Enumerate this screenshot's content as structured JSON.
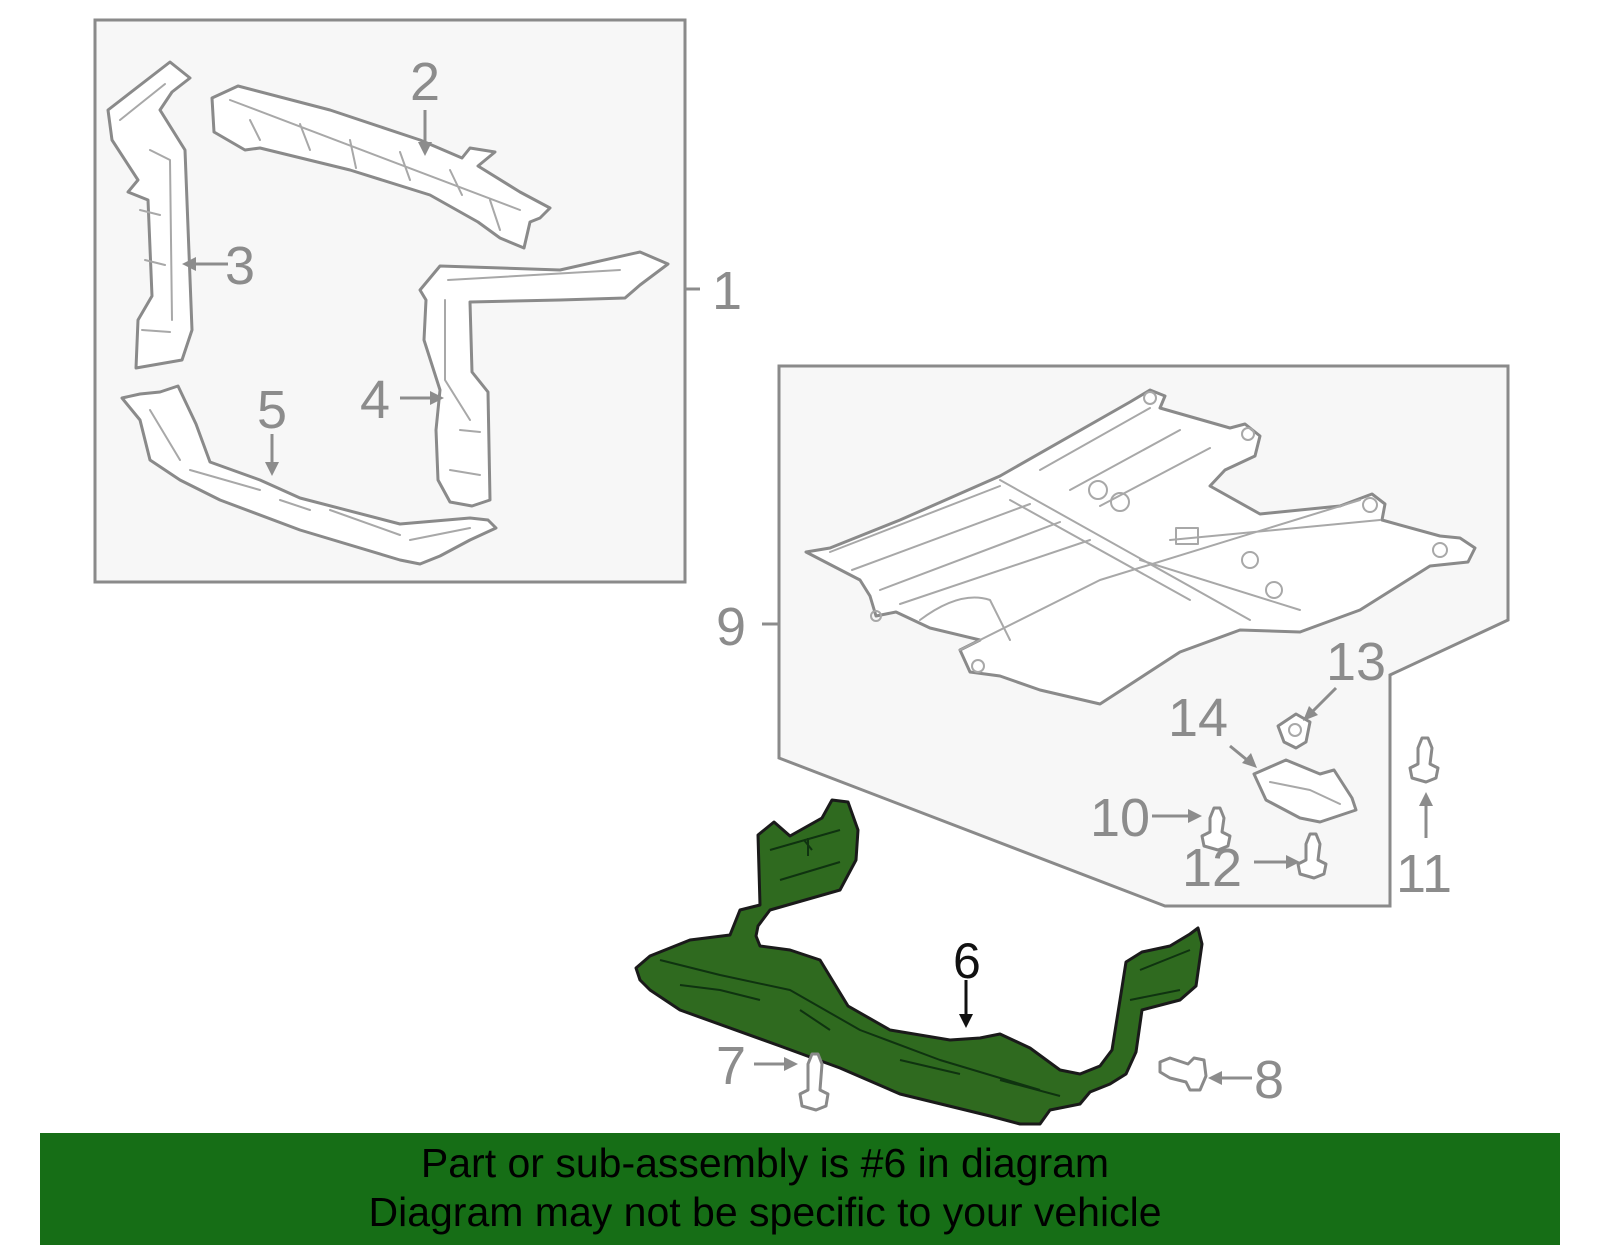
{
  "callouts": {
    "c1": "1",
    "c2": "2",
    "c3": "3",
    "c4": "4",
    "c5": "5",
    "c6": "6",
    "c7": "7",
    "c8": "8",
    "c9": "9",
    "c10": "10",
    "c11": "11",
    "c12": "12",
    "c13": "13",
    "c14": "14"
  },
  "highlight_color": "#2f6a1f",
  "banner_color": "#166e16",
  "banner": {
    "line1": "Part or sub-assembly is #6 in diagram",
    "line2": "Diagram may not be specific to your vehicle"
  }
}
